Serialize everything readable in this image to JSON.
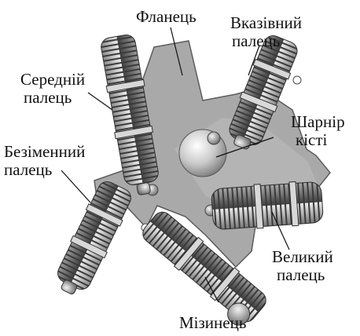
{
  "labels": {
    "flange": "Фланець",
    "index_finger": [
      "Вказівний",
      "палець"
    ],
    "middle_finger": [
      "Середній",
      "палець"
    ],
    "wrist_joint": [
      "Шарнір",
      "кісті"
    ],
    "ring_finger": [
      "Безіменний",
      "палець"
    ],
    "thumb": [
      "Великий",
      "палець"
    ],
    "little_finger": "Мізинець"
  },
  "colors": {
    "plate": "#a9a9a9",
    "plate_edge": "#5c5c5c",
    "segment_dark": "#4a4a4a",
    "segment_light": "#d6d6d6",
    "sphere": "#c8c8c8",
    "text": "#111111"
  }
}
